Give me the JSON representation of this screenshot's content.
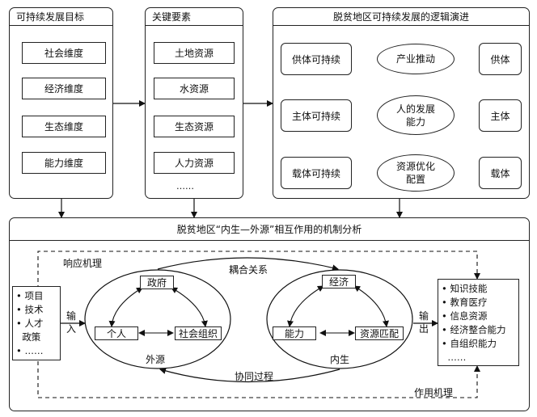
{
  "goals": {
    "title": "可持续发展目标",
    "items": [
      "社会维度",
      "经济维度",
      "生态维度",
      "能力维度"
    ]
  },
  "elements": {
    "title": "关键要素",
    "items": [
      "土地资源",
      "水资源",
      "生态资源",
      "人力资源"
    ],
    "more": "……"
  },
  "logic": {
    "title": "脱贫地区可持续发展的逻辑演进",
    "left": [
      "供体可持续",
      "主体可持续",
      "载体可持续"
    ],
    "center": [
      "产业推动",
      "人的发展\n能力",
      "资源优化\n配置"
    ],
    "right": [
      "供体",
      "主体",
      "载体"
    ]
  },
  "mechanism": {
    "title": "脱贫地区“内生—外源”相互作用的机制分析",
    "response_label": "响应机理",
    "coupling_label": "耦合关系",
    "synergy_label": "协同过程",
    "effect_label": "作用机理",
    "input_label": "输入",
    "output_label": "输出",
    "external": {
      "label": "外源",
      "nodes": [
        "政府",
        "个人",
        "社会组织"
      ]
    },
    "internal": {
      "label": "内生",
      "nodes": [
        "经济",
        "能力",
        "资源匹配"
      ]
    },
    "inputs": [
      "项目",
      "技术",
      "人才",
      "政策",
      "……"
    ],
    "outputs": [
      "知识技能",
      "教育医疗",
      "信息资源",
      "经济整合能力",
      "自组织能力",
      "……"
    ]
  }
}
